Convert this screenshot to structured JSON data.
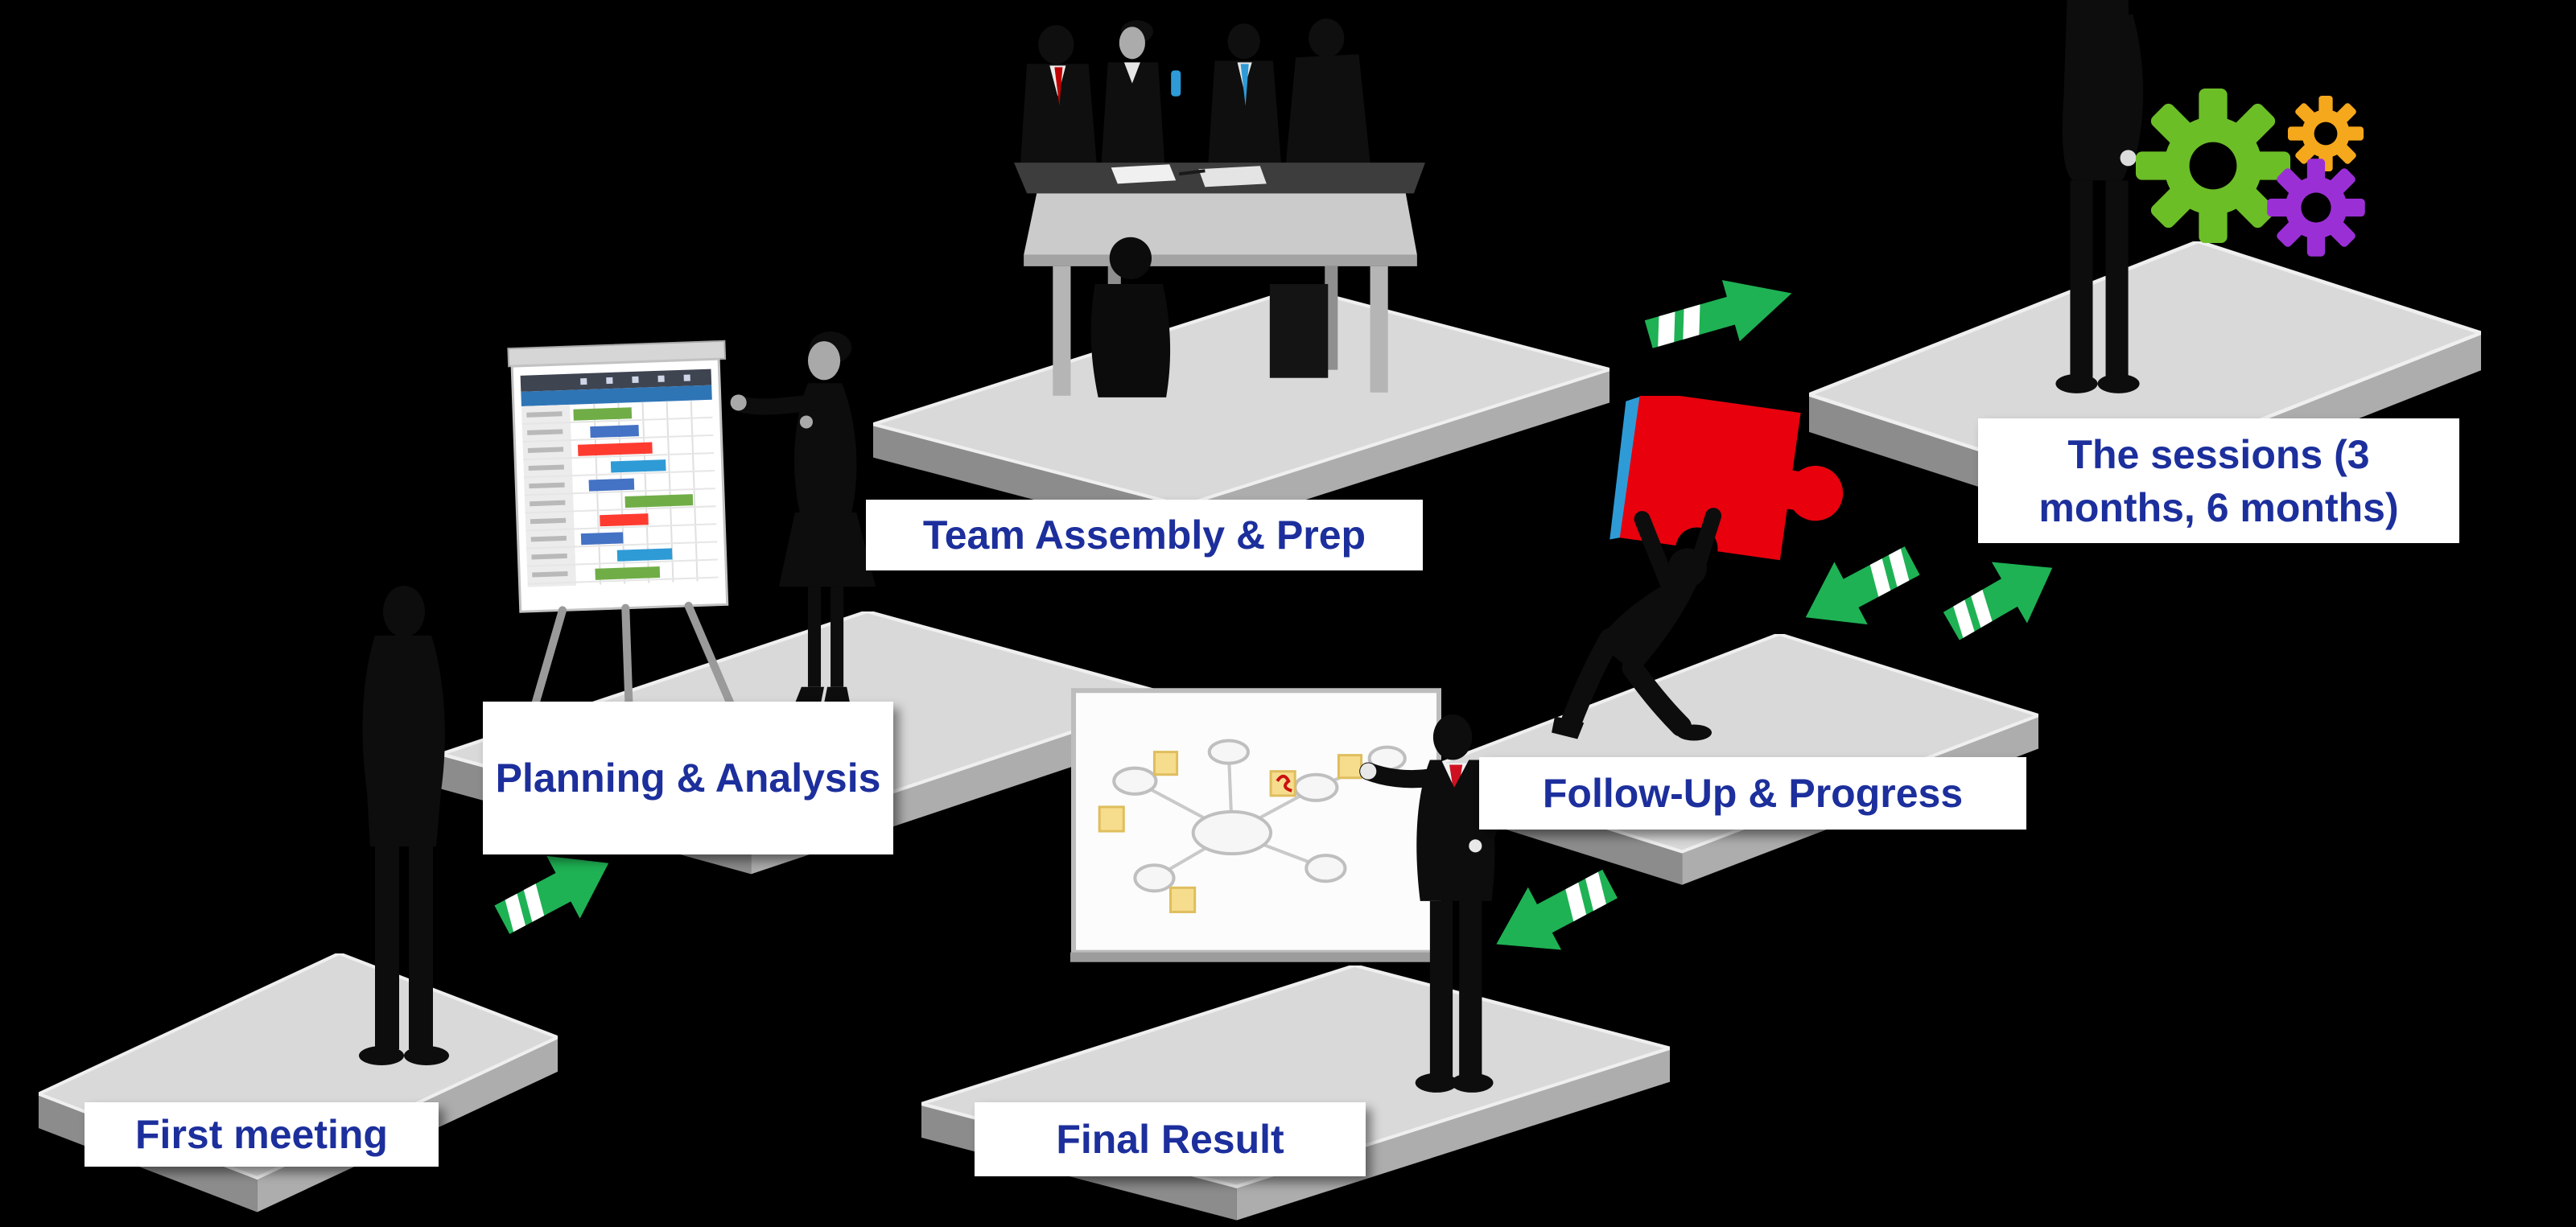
{
  "steps": [
    {
      "id": "first-meeting",
      "label": "First meeting"
    },
    {
      "id": "planning-analysis",
      "label": "Planning & Analysis"
    },
    {
      "id": "team-assembly",
      "label": "Team Assembly & Prep"
    },
    {
      "id": "sessions",
      "label": "The sessions (3 months, 6 months)"
    },
    {
      "id": "follow-up",
      "label": "Follow-Up & Progress"
    },
    {
      "id": "final-result",
      "label": "Final Result"
    }
  ],
  "colors": {
    "background": "#000000",
    "label_background": "#FFFFFF",
    "label_text": "#1C2F9C",
    "arrow_green": "#1EB254",
    "platform_top": "#D9D9D9",
    "platform_side_left": "#8C8C8C",
    "platform_side_right": "#ADADAD",
    "puzzle_red": "#E8000D",
    "puzzle_accent_blue": "#2E9BD6",
    "gear_green": "#6CBE27",
    "gear_orange": "#F6A81C",
    "gear_purple": "#9B2FD6",
    "tie_red": "#C00000",
    "tie_blue": "#2E9BD6",
    "sticky_yellow": "#F6DD8D"
  },
  "icons": {
    "arrow": "green-arrow-icon",
    "gears": [
      "gear-icon-green",
      "gear-icon-orange",
      "gear-icon-purple"
    ],
    "puzzle": "puzzle-piece-icon",
    "flipchart": "flipchart-gantt-board",
    "whiteboard": "whiteboard-mindmap-board",
    "people": [
      "standing-person-silhouette",
      "woman-presenter-silhouette",
      "meeting-group-silhouette",
      "sessions-person-silhouette",
      "puzzle-carrier-silhouette",
      "final-presenter-silhouette"
    ]
  }
}
